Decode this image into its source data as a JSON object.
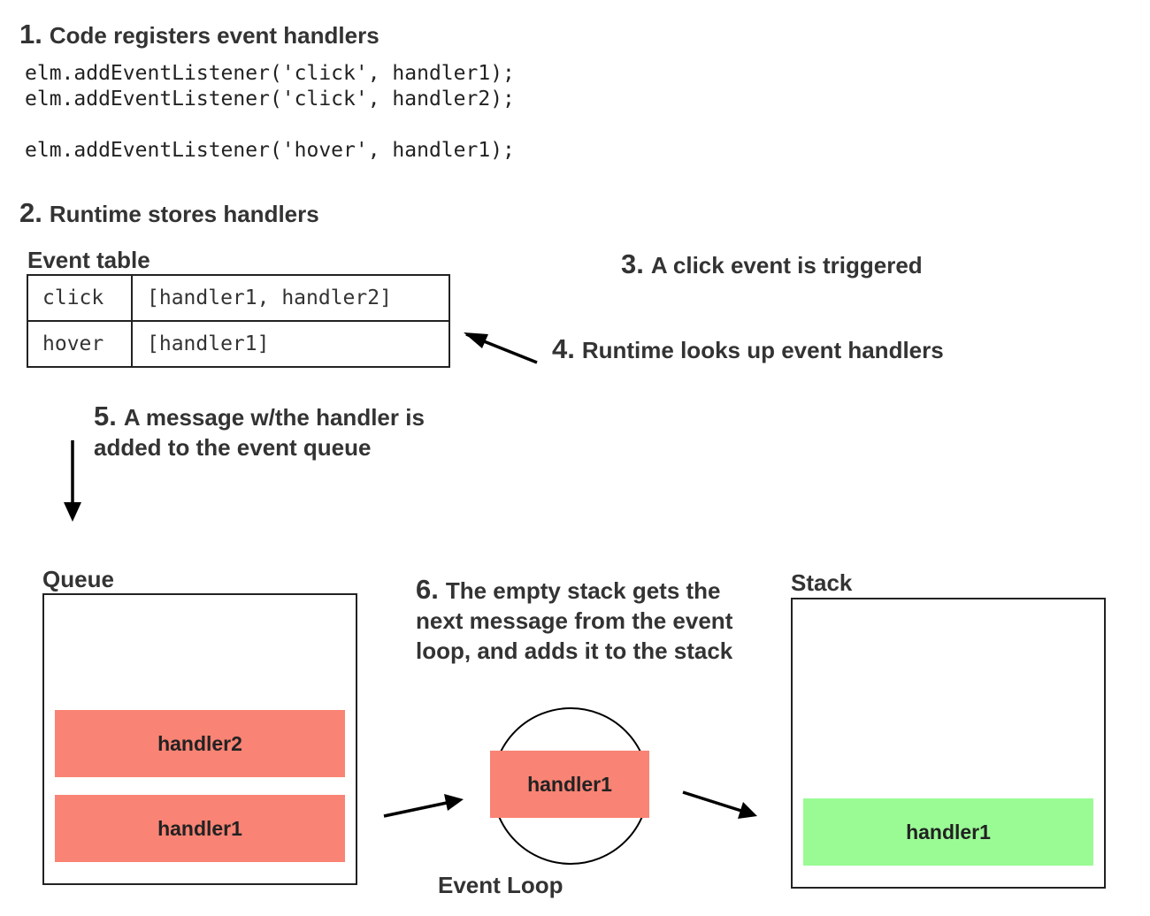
{
  "steps": {
    "s1": {
      "num": "1.",
      "text": "Code registers event handlers"
    },
    "s2": {
      "num": "2.",
      "text": "Runtime stores handlers"
    },
    "s3": {
      "num": "3.",
      "text": "A click event is triggered"
    },
    "s4": {
      "num": "4.",
      "text": "Runtime looks up event handlers"
    },
    "s5": {
      "num": "5.",
      "line1": "A message w/the handler is",
      "line2": "added to the event queue"
    },
    "s6": {
      "num": "6.",
      "line1": "The empty stack gets the",
      "line2": "next message from the event",
      "line3": "loop, and adds it to the stack"
    }
  },
  "code": {
    "line1": "elm.addEventListener('click', handler1);",
    "line2": "elm.addEventListener('click', handler2);",
    "line3": "elm.addEventListener('hover', handler1);"
  },
  "event_table": {
    "title": "Event table",
    "rows": [
      {
        "event": "click",
        "handlers": "[handler1, handler2]"
      },
      {
        "event": "hover",
        "handlers": "[handler1]"
      }
    ]
  },
  "queue": {
    "title": "Queue",
    "items": [
      "handler2",
      "handler1"
    ]
  },
  "event_loop": {
    "label": "Event Loop",
    "current": "handler1"
  },
  "stack": {
    "title": "Stack",
    "items": [
      "handler1"
    ]
  },
  "colors": {
    "queue_message": "#f98374",
    "stack_message": "#9afb95"
  }
}
